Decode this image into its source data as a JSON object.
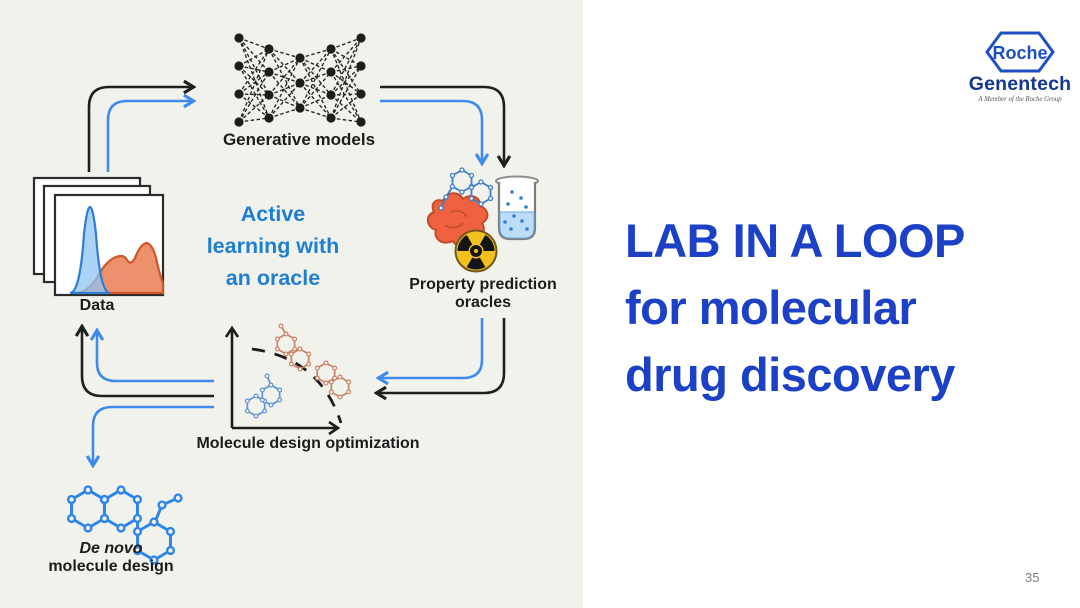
{
  "left_panel": {
    "generative_models_label": "Generative models",
    "active_learning": {
      "line1": "Active",
      "line2": "learning with",
      "line3": "an oracle"
    },
    "data_label": "Data",
    "oracles_label": {
      "line1": "Property prediction",
      "line2": "oracles"
    },
    "molecule_design_label": "Molecule design optimization",
    "de_novo": {
      "line1": "De novo",
      "line2": "molecule design"
    }
  },
  "right_panel": {
    "title": {
      "line1": "LAB IN A LOOP",
      "line2": "for molecular",
      "line3": "drug discovery"
    },
    "logo": {
      "roche": "Roche",
      "genentech": "Genentech",
      "tagline": "A Member of the Roche Group"
    },
    "page_number": "35"
  },
  "colors": {
    "panel_bg": "#f2f2ed",
    "title_blue": "#1c41c6",
    "active_learning_blue": "#1e7fd2",
    "arrow_blue": "#3e8beb",
    "arrow_black": "#1f1f1f",
    "molecule_orange": "#c98268",
    "molecule_blue": "#5e93d4",
    "denovo_blue": "#2e86e8",
    "protein_orange": "#ef6140",
    "radiation_yellow": "#f3c11d",
    "genentech_navy": "#14368c"
  }
}
